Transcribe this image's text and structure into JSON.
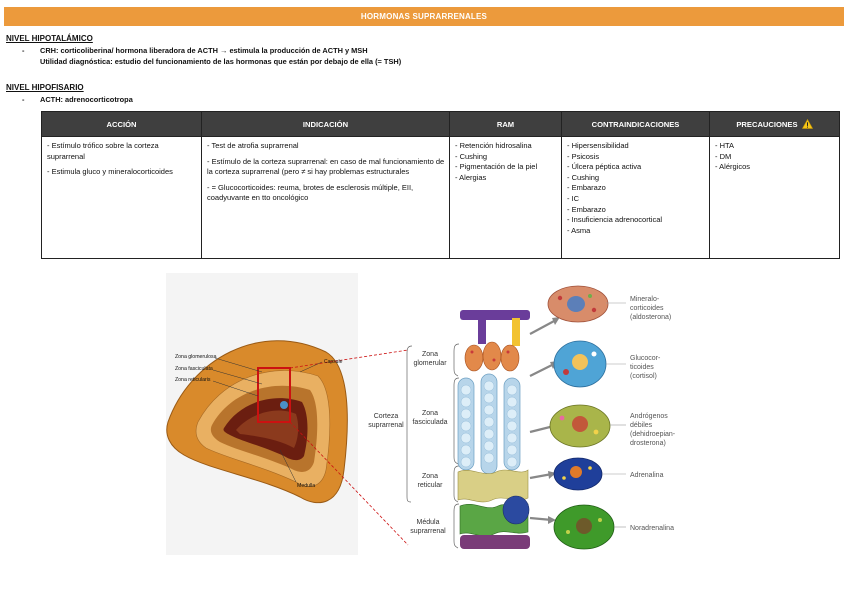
{
  "header": {
    "title": "HORMONAS SUPRARRENALES"
  },
  "hypothalamic": {
    "heading": "NIVEL HIPOTALÁMICO",
    "bullet": "-",
    "line1": "CRH: corticoliberina/ hormona liberadora de ACTH → estimula la producción de ACTH y MSH",
    "line2": "Utilidad diagnóstica: estudio del funcionamiento de las hormonas que están por debajo de ella (= TSH)"
  },
  "pituitary": {
    "heading": "NIVEL HIPOFISARIO",
    "bullet": "-",
    "line1": "ACTH: adrenocorticotropa"
  },
  "table": {
    "headers": [
      "ACCIÓN",
      "INDICACIÓN",
      "RAM",
      "CONTRAINDICACIONES",
      "PRECAUCIONES"
    ],
    "precautions_icon": "warning-icon",
    "accion": [
      "- Estímulo trófico sobre la corteza suprarrenal",
      "- Estimula gluco y mineralocorticoides"
    ],
    "indicacion": [
      "- Test de atrofia suprarrenal",
      "- Estímulo de la corteza suprarrenal: en caso de mal funcionamiento de la corteza suprarrenal (pero ≠ si hay problemas estructurales",
      "- = Glucocorticoides: reuma, brotes de esclerosis múltiple, EII, coadyuvante en tto oncológico"
    ],
    "ram": [
      "- Retención hidrosalina",
      "- Cushing",
      "- Pigmentación de la piel",
      "- Alergias"
    ],
    "contraindicaciones": [
      "- Hipersensibilidad",
      "- Psicosis",
      "- Úlcera péptica activa",
      "- Cushing",
      "- Embarazo",
      "- IC",
      "- Embarazo",
      "- Insuficiencia adrenocortical",
      "- Asma"
    ],
    "precauciones": [
      "- HTA",
      "- DM",
      "- Alérgicos"
    ]
  },
  "figure": {
    "gland_labels": [
      "Zona glomerulosa",
      "Zona fasciculata",
      "Zona reticularis",
      "Capsule",
      "Medulla"
    ],
    "zone_labels": {
      "glomerular": [
        "Zona",
        "glomerular"
      ],
      "fasciculada": [
        "Zona",
        "fasciculada"
      ],
      "reticular": [
        "Zona",
        "reticular"
      ],
      "corteza": [
        "Corteza",
        "suprarrenal"
      ],
      "medula": [
        "Médula",
        "suprarrenal"
      ]
    },
    "hormones": {
      "mineral": [
        "Mineralo-",
        "corticoides",
        "(aldosterona)"
      ],
      "gluco": [
        "Glucocor-",
        "ticoides",
        "(cortisol)"
      ],
      "androgen": [
        "Andrógenos",
        "débiles",
        "(dehidroepian-",
        "drosterona)"
      ],
      "adrenaline": [
        "Adrenalina"
      ],
      "noradrenaline": [
        "Noradrenalina"
      ]
    },
    "colors": {
      "banner": "#ec9a3c",
      "header": "#3f3f3f",
      "capsule": "#d98a2b",
      "medulla": "#6b1e10",
      "highlight": "#cc1111"
    }
  }
}
